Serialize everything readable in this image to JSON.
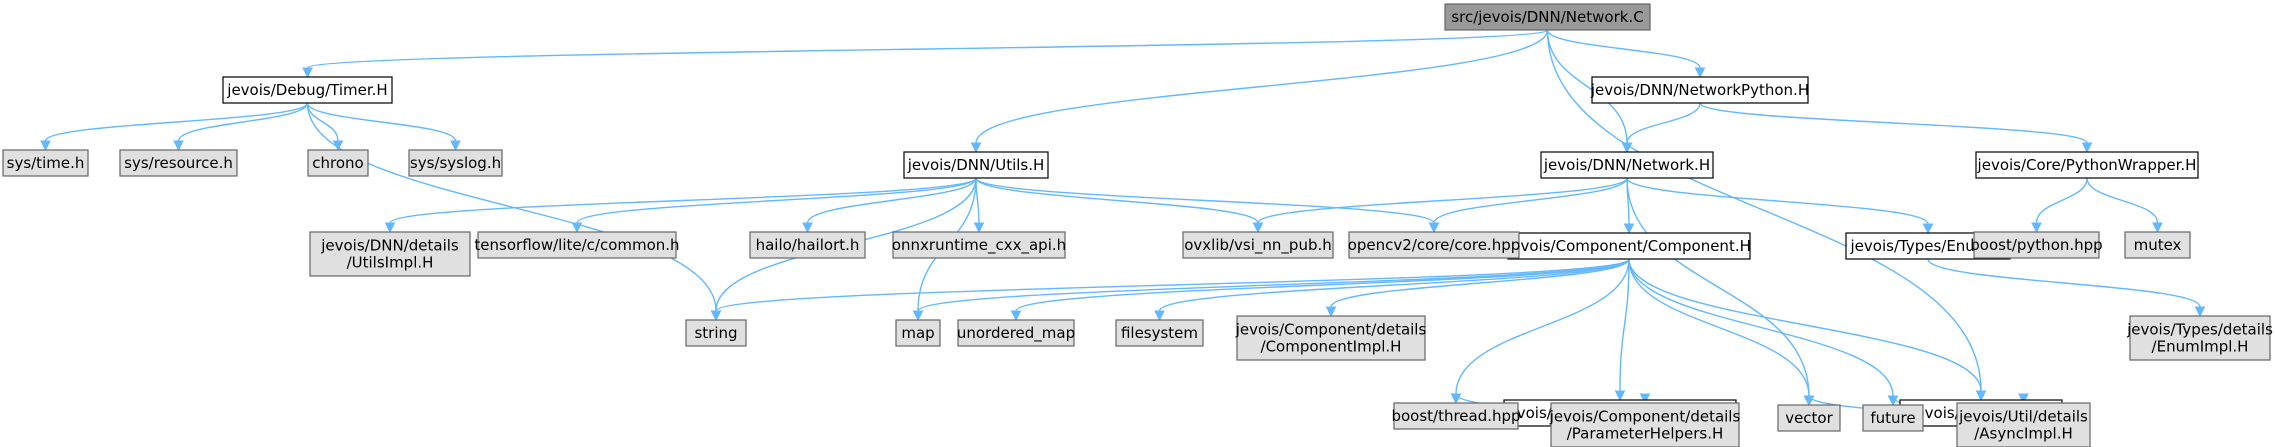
{
  "colors": {
    "root_fill": "#999999",
    "local_fill": "#ffffff",
    "system_fill": "#e0e0e0",
    "border": "#666666",
    "local_border": "#000000",
    "edge": "#63b8ff"
  },
  "nodes": [
    {
      "id": "root",
      "kind": "root",
      "lines": [
        "src/jevois/DNN/Network.C"
      ]
    },
    {
      "id": "timer",
      "kind": "local",
      "lines": [
        "jevois/Debug/Timer.H"
      ]
    },
    {
      "id": "utils",
      "kind": "local",
      "lines": [
        "jevois/DNN/Utils.H"
      ]
    },
    {
      "id": "netpy",
      "kind": "local",
      "lines": [
        "jevois/DNN/NetworkPython.H"
      ]
    },
    {
      "id": "network",
      "kind": "local",
      "lines": [
        "jevois/DNN/Network.H"
      ]
    },
    {
      "id": "pywrap",
      "kind": "local",
      "lines": [
        "jevois/Core/PythonWrapper.H"
      ]
    },
    {
      "id": "component",
      "kind": "local",
      "lines": [
        "jevois/Component/Component.H"
      ]
    },
    {
      "id": "enum",
      "kind": "local",
      "lines": [
        "jevois/Types/Enum.H"
      ]
    },
    {
      "id": "parameter",
      "kind": "local",
      "lines": [
        "jevois/Component/Parameter.H"
      ]
    },
    {
      "id": "async",
      "kind": "local",
      "lines": [
        "jevois/Util/Async.H"
      ]
    },
    {
      "id": "systime",
      "kind": "system",
      "lines": [
        "sys/time.h"
      ]
    },
    {
      "id": "sysres",
      "kind": "system",
      "lines": [
        "sys/resource.h"
      ]
    },
    {
      "id": "chrono",
      "kind": "system",
      "lines": [
        "chrono"
      ]
    },
    {
      "id": "syslog",
      "kind": "system",
      "lines": [
        "sys/syslog.h"
      ]
    },
    {
      "id": "utilsimpl",
      "kind": "system",
      "lines": [
        "jevois/DNN/details",
        "/UtilsImpl.H"
      ]
    },
    {
      "id": "tflite",
      "kind": "system",
      "lines": [
        "tensorflow/lite/c/common.h"
      ]
    },
    {
      "id": "hailo",
      "kind": "system",
      "lines": [
        "hailo/hailort.h"
      ]
    },
    {
      "id": "onnx",
      "kind": "system",
      "lines": [
        "onnxruntime_cxx_api.h"
      ]
    },
    {
      "id": "ovx",
      "kind": "system",
      "lines": [
        "ovxlib/vsi_nn_pub.h"
      ]
    },
    {
      "id": "opencv",
      "kind": "system",
      "lines": [
        "opencv2/core/core.hpp"
      ]
    },
    {
      "id": "string",
      "kind": "system",
      "lines": [
        "string"
      ]
    },
    {
      "id": "map",
      "kind": "system",
      "lines": [
        "map"
      ]
    },
    {
      "id": "umap",
      "kind": "system",
      "lines": [
        "unordered_map"
      ]
    },
    {
      "id": "fs",
      "kind": "system",
      "lines": [
        "filesystem"
      ]
    },
    {
      "id": "compimpl",
      "kind": "system",
      "lines": [
        "jevois/Component/details",
        "/ComponentImpl.H"
      ]
    },
    {
      "id": "boostpy",
      "kind": "system",
      "lines": [
        "boost/python.hpp"
      ]
    },
    {
      "id": "mutex",
      "kind": "system",
      "lines": [
        "mutex"
      ]
    },
    {
      "id": "enumimpl",
      "kind": "system",
      "lines": [
        "jevois/Types/details",
        "/EnumImpl.H"
      ]
    },
    {
      "id": "thread",
      "kind": "system",
      "lines": [
        "boost/thread.hpp"
      ]
    },
    {
      "id": "paramhelp",
      "kind": "system",
      "lines": [
        "jevois/Component/details",
        "/ParameterHelpers.H"
      ]
    },
    {
      "id": "vector",
      "kind": "system",
      "lines": [
        "vector"
      ]
    },
    {
      "id": "future",
      "kind": "system",
      "lines": [
        "future"
      ]
    },
    {
      "id": "asyncimpl",
      "kind": "system",
      "lines": [
        "jevois/Util/details",
        "/AsyncImpl.H"
      ]
    }
  ],
  "edges": [
    [
      "root",
      "timer"
    ],
    [
      "root",
      "utils"
    ],
    [
      "root",
      "netpy"
    ],
    [
      "root",
      "network"
    ],
    [
      "root",
      "async"
    ],
    [
      "timer",
      "systime"
    ],
    [
      "timer",
      "sysres"
    ],
    [
      "timer",
      "chrono"
    ],
    [
      "timer",
      "syslog"
    ],
    [
      "timer",
      "string"
    ],
    [
      "utils",
      "utilsimpl"
    ],
    [
      "utils",
      "tflite"
    ],
    [
      "utils",
      "hailo"
    ],
    [
      "utils",
      "onnx"
    ],
    [
      "utils",
      "ovx"
    ],
    [
      "utils",
      "opencv"
    ],
    [
      "utils",
      "string"
    ],
    [
      "utils",
      "map"
    ],
    [
      "netpy",
      "network"
    ],
    [
      "netpy",
      "pywrap"
    ],
    [
      "network",
      "ovx"
    ],
    [
      "network",
      "opencv"
    ],
    [
      "network",
      "component"
    ],
    [
      "network",
      "enum"
    ],
    [
      "network",
      "vector"
    ],
    [
      "pywrap",
      "boostpy"
    ],
    [
      "pywrap",
      "mutex"
    ],
    [
      "component",
      "string"
    ],
    [
      "component",
      "map"
    ],
    [
      "component",
      "umap"
    ],
    [
      "component",
      "fs"
    ],
    [
      "component",
      "compimpl"
    ],
    [
      "component",
      "parameter"
    ],
    [
      "component",
      "thread"
    ],
    [
      "component",
      "vector"
    ],
    [
      "component",
      "future"
    ],
    [
      "component",
      "async"
    ],
    [
      "enum",
      "enumimpl"
    ],
    [
      "parameter",
      "thread"
    ],
    [
      "parameter",
      "paramhelp"
    ],
    [
      "async",
      "vector"
    ],
    [
      "async",
      "future"
    ],
    [
      "async",
      "asyncimpl"
    ]
  ]
}
